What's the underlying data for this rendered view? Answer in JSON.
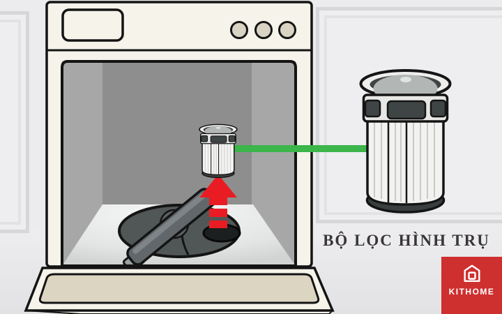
{
  "illustration": {
    "caption": "BỘ LỌC HÌNH TRỤ",
    "subject": "dishwasher-cylindrical-filter-removal",
    "arrow_direction": "up"
  },
  "brand": {
    "name": "KITHOME"
  },
  "icons": {
    "brand_logo": "house-outline-icon",
    "callout": "green-callout-line",
    "removal_arrow": "red-up-arrow"
  },
  "colors": {
    "callout_green": "#3cb54a",
    "arrow_red": "#e91c23",
    "brand_red": "#ce2f2f",
    "appliance_cream": "#f5f3ea",
    "door_panel_tan": "#dcd5c2",
    "interior_gray": "#8e8e8e",
    "caption_text": "#3a3537",
    "wall_gray": "#ececee"
  }
}
